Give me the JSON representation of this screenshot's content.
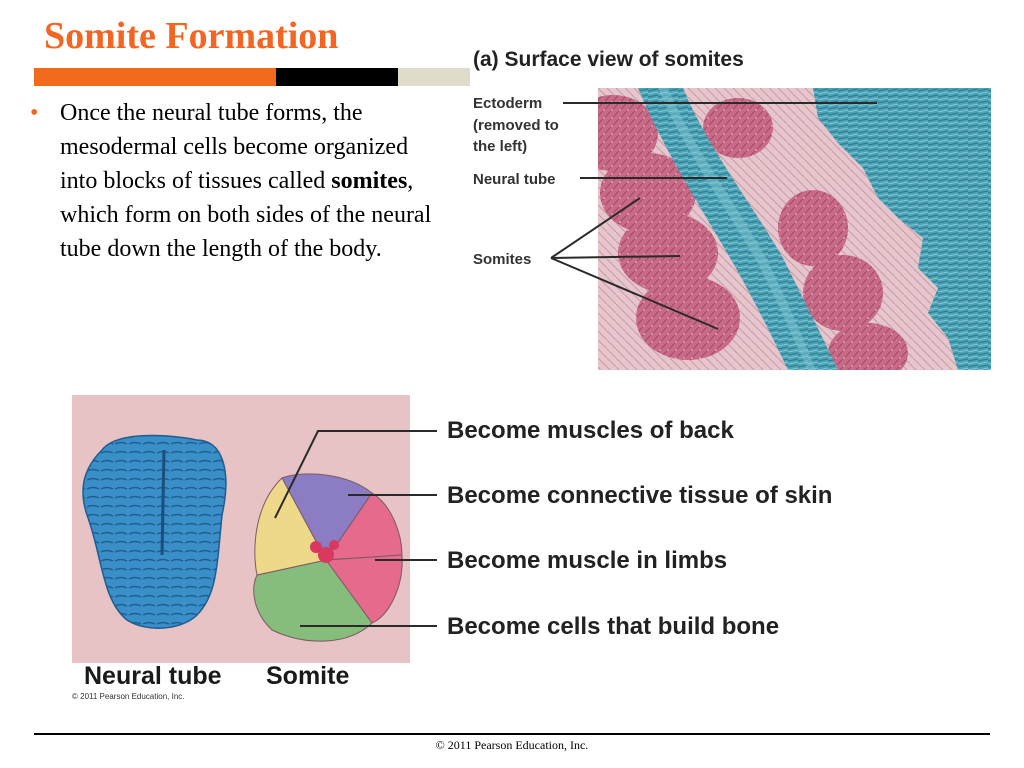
{
  "slide": {
    "title": "Somite Formation",
    "bullet_pre": "Once the neural tube forms, the mesodermal cells become organized into blocks of tissues called ",
    "bullet_bold": "somites",
    "bullet_post": ", which form on both sides of the neural tube down the length of the body.",
    "footer": "© 2011 Pearson Education, Inc."
  },
  "figure_a": {
    "title": "(a) Surface view of somites",
    "label_ectoderm": "Ectoderm",
    "label_removed": "(removed to",
    "label_left": "the left)",
    "label_neural_tube": "Neural tube",
    "label_somites": "Somites"
  },
  "figure_b": {
    "caption_back": "Become muscles of back",
    "caption_skin": "Become connective tissue of skin",
    "caption_limbs": "Become muscle in limbs",
    "caption_bone": "Become cells that build bone",
    "label_neural_tube": "Neural tube",
    "label_somite": "Somite",
    "copyright": "© 2011 Pearson Education, Inc."
  },
  "colors": {
    "title": "#f26522",
    "neural_tube": "#3a8ec8",
    "somite_pink": "#d26a85",
    "purple": "#8b7cc4",
    "yellow": "#eed98a",
    "green": "#82b879",
    "background_pink": "#e7c3c5"
  }
}
